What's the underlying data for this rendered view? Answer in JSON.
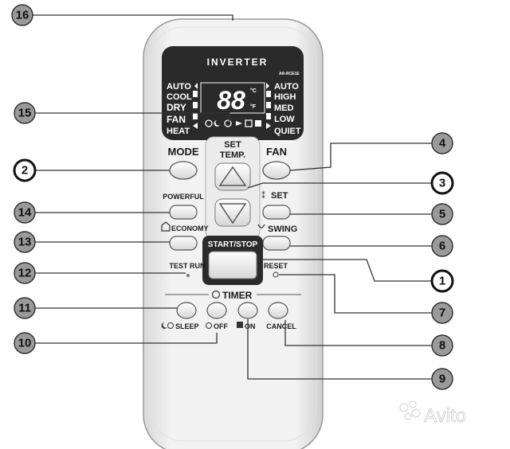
{
  "lcd": {
    "brand": "INVERTER",
    "model": "AR-RCE1E",
    "modes": [
      "AUTO",
      "COOL",
      "DRY",
      "FAN",
      "HEAT"
    ],
    "fan_speeds": [
      "AUTO",
      "HIGH",
      "MED",
      "LOW",
      "QUIET"
    ],
    "temp_digits": "88",
    "unit_c": "°C",
    "unit_f": "°F"
  },
  "buttons": {
    "mode": "MODE",
    "set_temp_line1": "SET",
    "set_temp_line2": "TEMP.",
    "fan": "FAN",
    "powerful": "POWERFUL",
    "set": "SET",
    "economy": "ECONOMY",
    "swing": "SWING",
    "start_stop": "START/STOP",
    "test_run": "TEST RUN",
    "reset": "RESET",
    "timer": "TIMER",
    "sleep": "SLEEP",
    "off": "OFF",
    "on": "ON",
    "cancel": "CANCEL"
  },
  "callouts": {
    "c1": "1",
    "c2": "2",
    "c3": "3",
    "c4": "4",
    "c5": "5",
    "c6": "6",
    "c7": "7",
    "c8": "8",
    "c9": "9",
    "c10": "10",
    "c11": "11",
    "c12": "12",
    "c13": "13",
    "c14": "14",
    "c15": "15",
    "c16": "16"
  },
  "watermark": "Avito"
}
